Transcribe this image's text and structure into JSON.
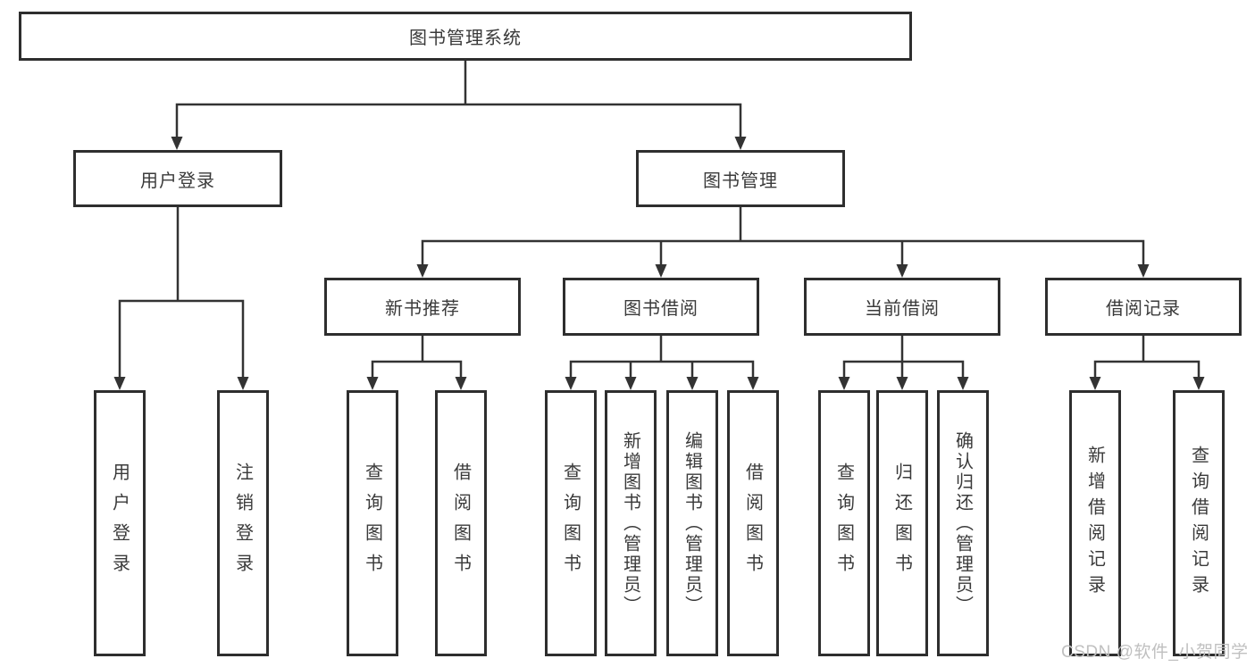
{
  "diagram": {
    "title": "图书管理系统",
    "type": "hierarchy-tree",
    "watermark": "CSDN @软件_小贺同学",
    "colors": {
      "line": "#333333",
      "box_border": "#2e2e2e",
      "text": "#3a3a3a",
      "background": "#ffffff",
      "watermark_text": "#c0c0c0"
    }
  },
  "tree": {
    "root": "图书管理系统",
    "children": [
      {
        "label": "用户登录",
        "children": [
          {
            "label": "用户登录"
          },
          {
            "label": "注销登录"
          }
        ]
      },
      {
        "label": "图书管理",
        "children": [
          {
            "label": "新书推荐",
            "children": [
              {
                "label": "查询图书"
              },
              {
                "label": "借阅图书"
              }
            ]
          },
          {
            "label": "图书借阅",
            "children": [
              {
                "label": "查询图书"
              },
              {
                "label": "新增图书（管理员）"
              },
              {
                "label": "编辑图书（管理员）"
              },
              {
                "label": "借阅图书"
              }
            ]
          },
          {
            "label": "当前借阅",
            "children": [
              {
                "label": "查询图书"
              },
              {
                "label": "归还图书"
              },
              {
                "label": "确认归还（管理员）"
              }
            ]
          },
          {
            "label": "借阅记录",
            "children": [
              {
                "label": "新增借阅记录"
              },
              {
                "label": "查询借阅记录"
              }
            ]
          }
        ]
      }
    ]
  }
}
